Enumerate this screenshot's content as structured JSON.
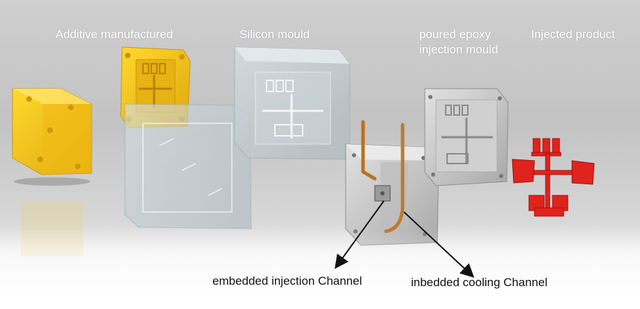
{
  "labels": {
    "additive": "Additive manufactured",
    "silicon": "Silicon mould",
    "poured_line1": "poured epoxy",
    "poured_line2": "injection mould",
    "injected": "Injected product",
    "embedded": "embedded injection Channel",
    "inbedded": "inbedded cooling Channel"
  },
  "colors": {
    "yellow": "#f2c41a",
    "yellow_dark": "#c8970c",
    "silicon": "#b9c4c9",
    "aluminium": "#c9c9c9",
    "aluminium_dark": "#8e8e8e",
    "copper": "#c07a2a",
    "red": "#e0231c",
    "red_dark": "#a1120d"
  }
}
